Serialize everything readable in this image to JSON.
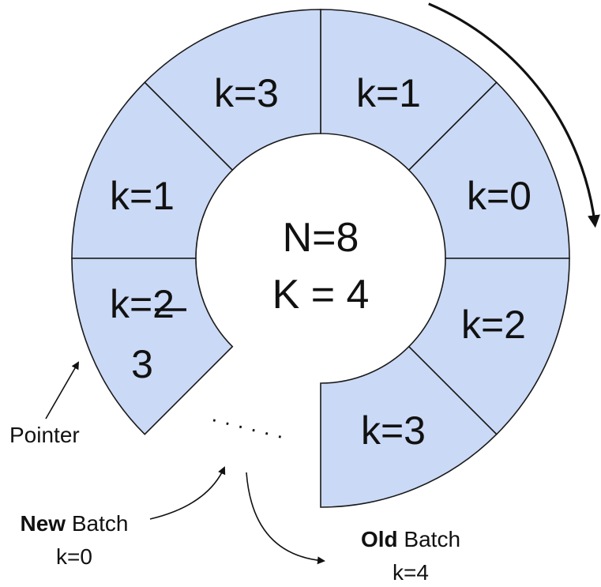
{
  "diagram": {
    "center": {
      "line1": "N=8",
      "line2": "K = 4"
    },
    "segments": [
      {
        "label": "k=1"
      },
      {
        "label": "k=0"
      },
      {
        "label": "k=2"
      },
      {
        "label": "k=3"
      },
      {
        "label": "k=3"
      },
      {
        "label": "k=1"
      },
      {
        "label": "k=2",
        "replacement": "3"
      }
    ],
    "labels": {
      "pointer": "Pointer",
      "ellipsis": "· · · · · ·",
      "new_batch": {
        "bold": "New",
        "rest": " Batch",
        "k": "k=0"
      },
      "old_batch": {
        "bold": "Old",
        "rest": " Batch",
        "k": "k=4"
      }
    },
    "colors": {
      "segment_fill": "#cad9f5",
      "stroke": "#1a1a1a"
    }
  }
}
